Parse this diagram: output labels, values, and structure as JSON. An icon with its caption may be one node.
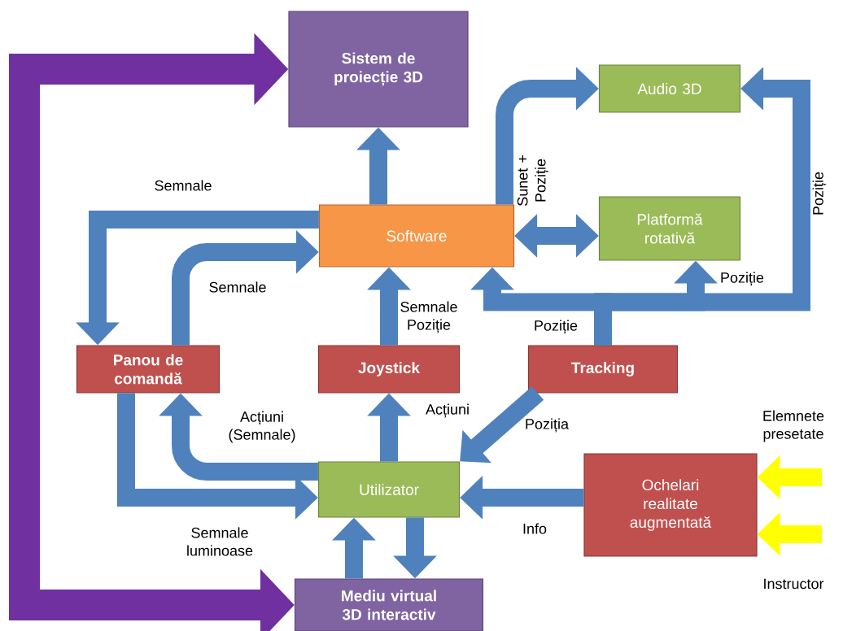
{
  "diagram": {
    "nodes": [
      {
        "text": [
          "Sistem de proiecție 3D"
        ]
      },
      {
        "text": [
          "Audio 3D"
        ]
      },
      {
        "text": [
          "Software"
        ]
      },
      {
        "text": [
          "Platformă rotativă"
        ]
      },
      {
        "text": [
          "Panou de comandă"
        ]
      },
      {
        "text": [
          "Joystick"
        ]
      },
      {
        "text": [
          "Tracking"
        ]
      },
      {
        "text": [
          "Utilizator"
        ]
      },
      {
        "text": [
          "Ochelari realitate augmentată"
        ]
      },
      {
        "text": [
          "Mediu virtual 3D interactiv"
        ]
      }
    ],
    "edges": [
      {
        "from": 9,
        "to": 0,
        "arrow": "both",
        "color": "#7030a0"
      },
      {
        "from": 2,
        "to": 0,
        "arrow": "to"
      },
      {
        "from": 2,
        "to": 1,
        "arrow": "to",
        "label": "Sunet + Poziție"
      },
      {
        "from": 2,
        "to": 3,
        "arrow": "both"
      },
      {
        "from": 2,
        "to": 4,
        "arrow": "to",
        "label": "Semnale"
      },
      {
        "from": 4,
        "to": 2,
        "arrow": "to",
        "label": "Semnale"
      },
      {
        "from": 5,
        "to": 2,
        "arrow": "to",
        "label": "Semnale Poziție"
      },
      {
        "from": 6,
        "to": 2,
        "arrow": "to",
        "label": "Poziție"
      },
      {
        "from": 6,
        "to": 3,
        "arrow": "to",
        "label": "Poziție"
      },
      {
        "from": 6,
        "to": 1,
        "arrow": "to",
        "label": "Poziție"
      },
      {
        "from": 7,
        "to": 4,
        "arrow": "to",
        "label": "Acțiuni (Semnale)"
      },
      {
        "from": 4,
        "to": 7,
        "arrow": "to",
        "label": "Semnale luminoase"
      },
      {
        "from": 7,
        "to": 5,
        "arrow": "to",
        "label": "Acțiuni"
      },
      {
        "from": 6,
        "to": 7,
        "arrow": "to",
        "label": "Poziția"
      },
      {
        "from": 8,
        "to": 7,
        "arrow": "to",
        "label": "Info"
      },
      {
        "from": 9,
        "to": 7,
        "arrow": "to"
      },
      {
        "from": 7,
        "to": 9,
        "arrow": "to"
      },
      {
        "from": null,
        "to": 8,
        "arrow": "to",
        "label": "Elemnete presetate",
        "color": "#ffff00"
      },
      {
        "from": null,
        "to": 8,
        "arrow": "to",
        "label": "Instructor",
        "color": "#ffff00"
      }
    ]
  }
}
